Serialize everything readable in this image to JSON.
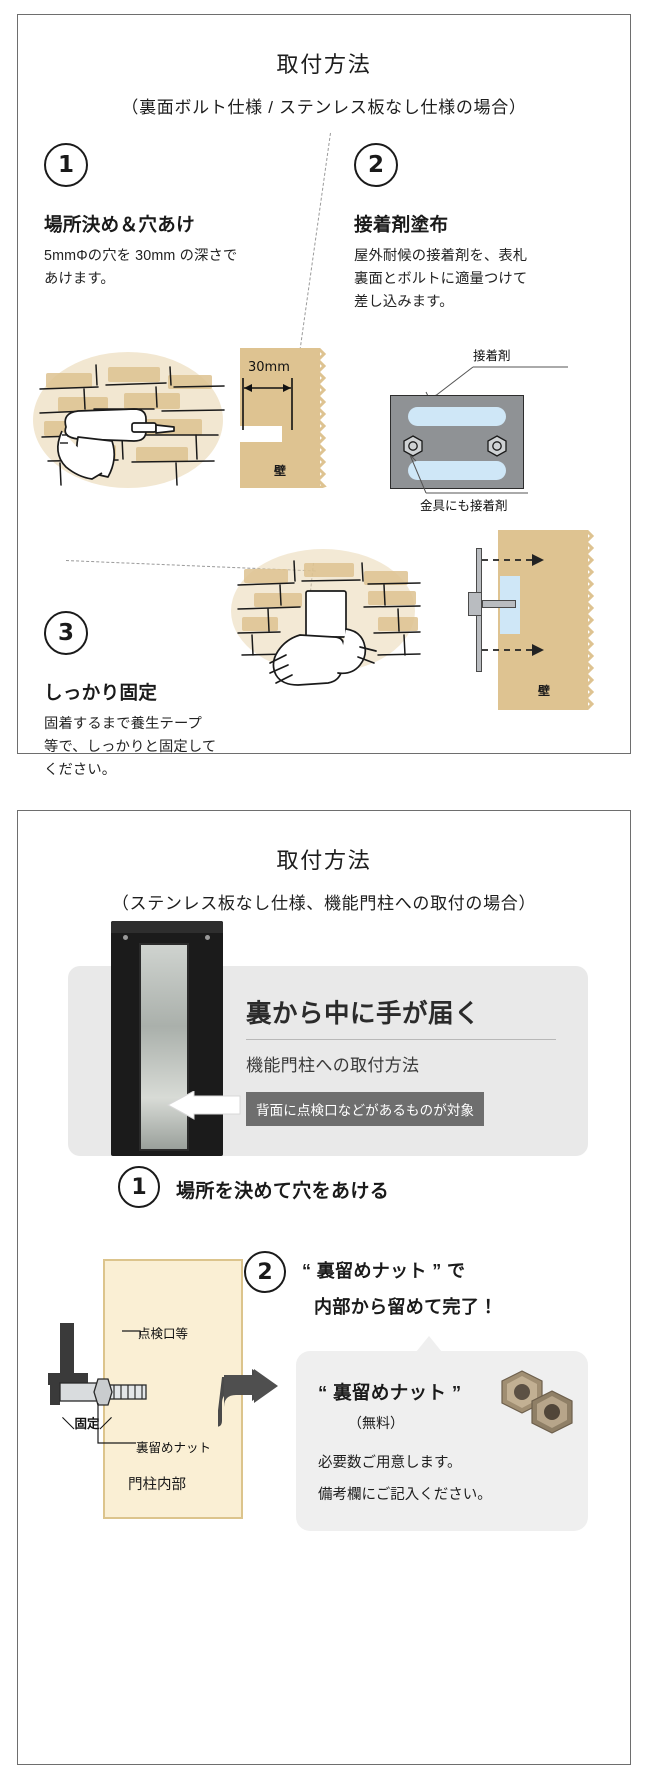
{
  "panel_a": {
    "title": "取付方法",
    "subtitle": "（裏面ボルト仕様 / ステンレス板なし仕様の場合）",
    "steps": [
      {
        "number": "1",
        "heading": "場所決め＆穴あけ",
        "body_line1": "5mmΦの穴を 30mm の深さで",
        "body_line2": "あけます。"
      },
      {
        "number": "2",
        "heading": "接着剤塗布",
        "body_line1": "屋外耐候の接着剤を、表札",
        "body_line2": "裏面とボルトに適量つけて",
        "body_line3": "差し込みます。"
      },
      {
        "number": "3",
        "heading": "しっかり固定",
        "body_line1": "固着するまで養生テープ",
        "body_line2": "等で、しっかりと固定して",
        "body_line3": "ください。"
      }
    ],
    "labels": {
      "dimension": "30mm",
      "wall_1": "壁",
      "wall_3": "壁",
      "adhesive": "接着剤",
      "bracket_adhesive": "金具にも接着剤"
    }
  },
  "panel_b": {
    "title": "取付方法",
    "subtitle": "（ステンレス板なし仕様、機能門柱への取付の場合）",
    "hero": {
      "headline": "裏から中に手が届く",
      "subline": "機能門柱への取付方法",
      "chip": "背面に点検口などがあるものが対象"
    },
    "steps": [
      {
        "number": "1",
        "heading": "場所を決めて穴をあける"
      },
      {
        "number": "2",
        "heading_line1": "“ 裏留めナット ” で",
        "heading_line2": "内部から留めて完了！"
      }
    ],
    "diagram_labels": {
      "inspection_port": "点検口等",
      "fix": "＼固定／",
      "back_nut": "裏留めナット",
      "post_inside": "門柱内部"
    },
    "bubble": {
      "title": "“ 裏留めナット ”",
      "free": "（無料）",
      "line1": "必要数ご用意します。",
      "line2": "備考欄にご記入ください。"
    }
  },
  "colors": {
    "wall": "#dec391",
    "plate": "#8f9295",
    "glue": "#cfe7f7",
    "post_fill": "#faefd4",
    "post_border": "#dcc48c",
    "card_bg": "#e9e9e9",
    "bubble_bg": "#efefef",
    "chip_bg": "#6e6e6e",
    "border": "#6e6e6e",
    "text": "#1a1a1a"
  }
}
